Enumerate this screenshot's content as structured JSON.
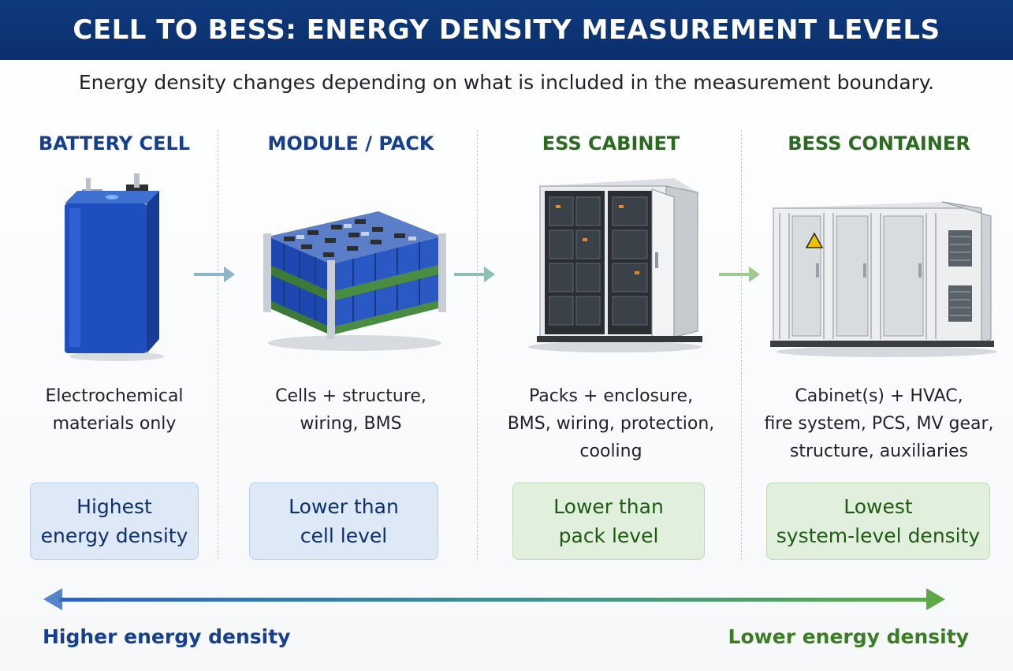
{
  "header": {
    "title": "CELL TO BESS: ENERGY DENSITY MEASUREMENT LEVELS"
  },
  "subtitle": "Energy density changes depending on what is included in the measurement boundary.",
  "columns": [
    {
      "title": "BATTERY CELL",
      "desc_lines": [
        "Electrochemical",
        "materials only"
      ],
      "box_lines": [
        "Highest",
        "energy density"
      ],
      "icon": "battery-cell-icon"
    },
    {
      "title": "MODULE / PACK",
      "desc_lines": [
        "Cells + structure,",
        "wiring, BMS"
      ],
      "box_lines": [
        "Lower than",
        "cell level"
      ],
      "icon": "battery-pack-icon"
    },
    {
      "title": "ESS CABINET",
      "desc_lines": [
        "Packs + enclosure,",
        "BMS, wiring, protection,",
        "cooling"
      ],
      "box_lines": [
        "Lower than",
        "pack level"
      ],
      "icon": "ess-cabinet-icon"
    },
    {
      "title": "BESS CONTAINER",
      "desc_lines": [
        "Cabinet(s) + HVAC,",
        "fire system, PCS, MV gear,",
        "structure, auxiliaries"
      ],
      "box_lines": [
        "Lowest",
        "system-level density"
      ],
      "icon": "bess-container-icon"
    }
  ],
  "scale": {
    "left_label": "Higher energy density",
    "right_label": "Lower energy density"
  },
  "colors": {
    "header": "#0f3a7e",
    "blue_text": "#173f8f",
    "green_text": "#2b6b1f",
    "box_blue": "#dde9f7",
    "box_green": "#e1f0dd"
  }
}
